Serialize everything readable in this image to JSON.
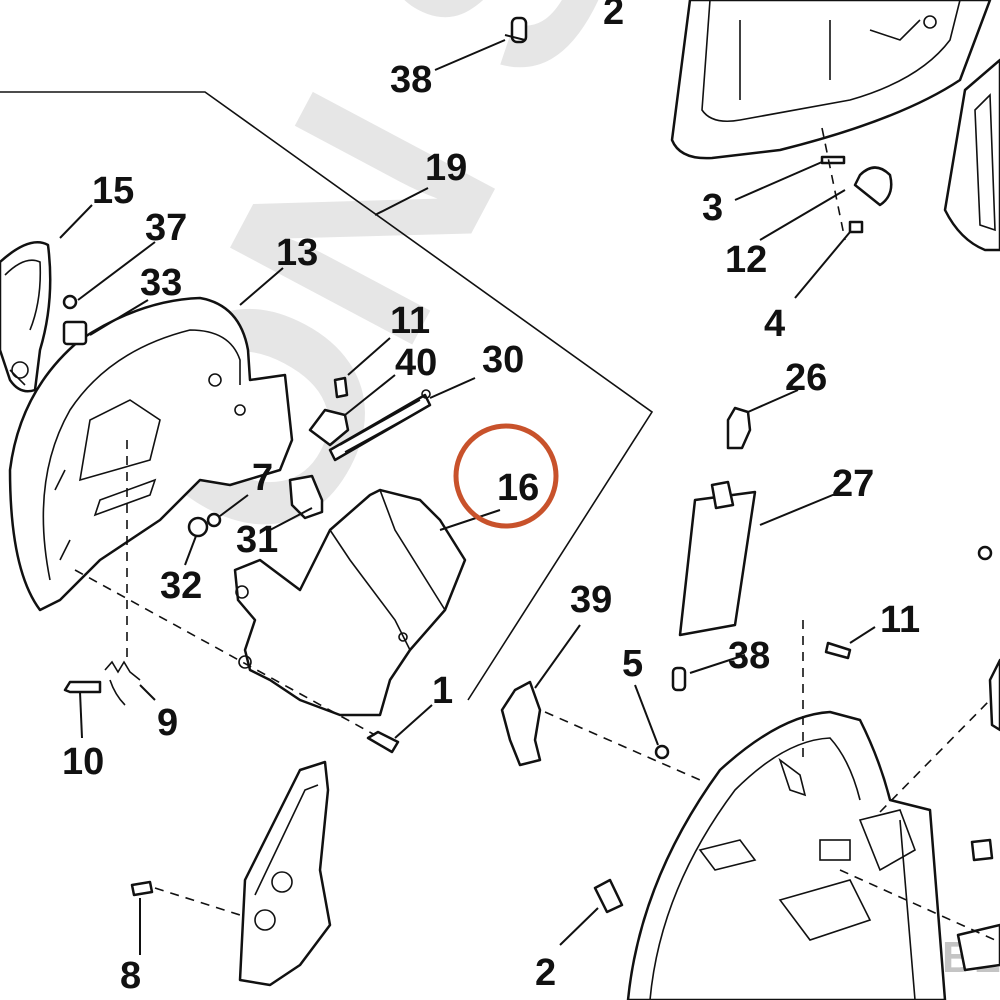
{
  "watermark": {
    "big": "ON S",
    "small": "IRON STABLE"
  },
  "highlight_color": "#c8522b",
  "callouts": {
    "c2_top": "2",
    "c38_top": "38",
    "c19": "19",
    "c15": "15",
    "c37": "37",
    "c33": "33",
    "c13": "13",
    "c11_left": "11",
    "c40": "40",
    "c30": "30",
    "c16": "16",
    "c7": "7",
    "c31": "31",
    "c32": "32",
    "c9": "9",
    "c10": "10",
    "c1": "1",
    "c8": "8",
    "c2_bottom": "2",
    "c3": "3",
    "c12": "12",
    "c4": "4",
    "c26": "26",
    "c27": "27",
    "c39": "39",
    "c5": "5",
    "c38_mid": "38",
    "c11_right": "11"
  }
}
